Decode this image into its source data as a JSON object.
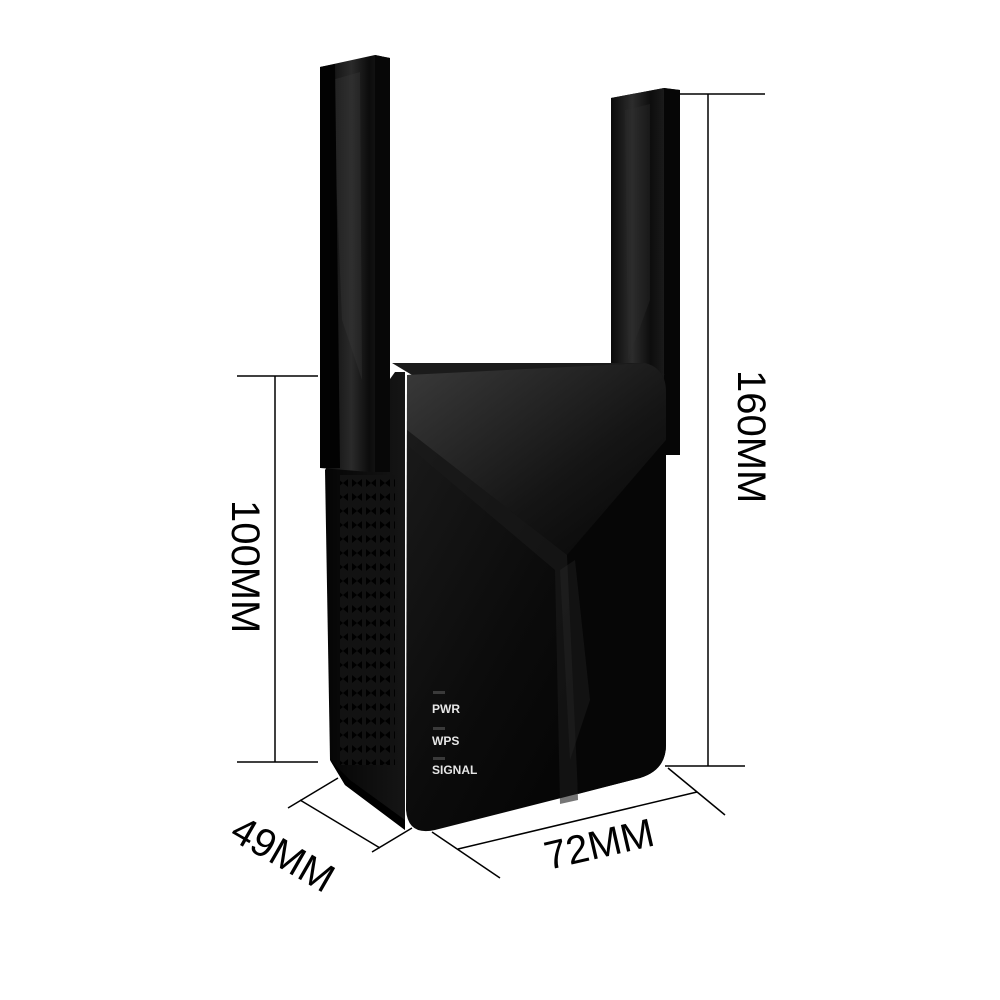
{
  "product": {
    "led_labels": {
      "pwr": "PWR",
      "wps": "WPS",
      "signal": "SIGNAL"
    }
  },
  "dimensions": {
    "height_total": "160MM",
    "height_body": "100MM",
    "depth": "49MM",
    "width": "72MM"
  },
  "colors": {
    "body": "#0a0a0a",
    "antenna": "#111111",
    "led_text": "#e6e6e6",
    "dimension_line": "#000000",
    "background": "#ffffff"
  }
}
